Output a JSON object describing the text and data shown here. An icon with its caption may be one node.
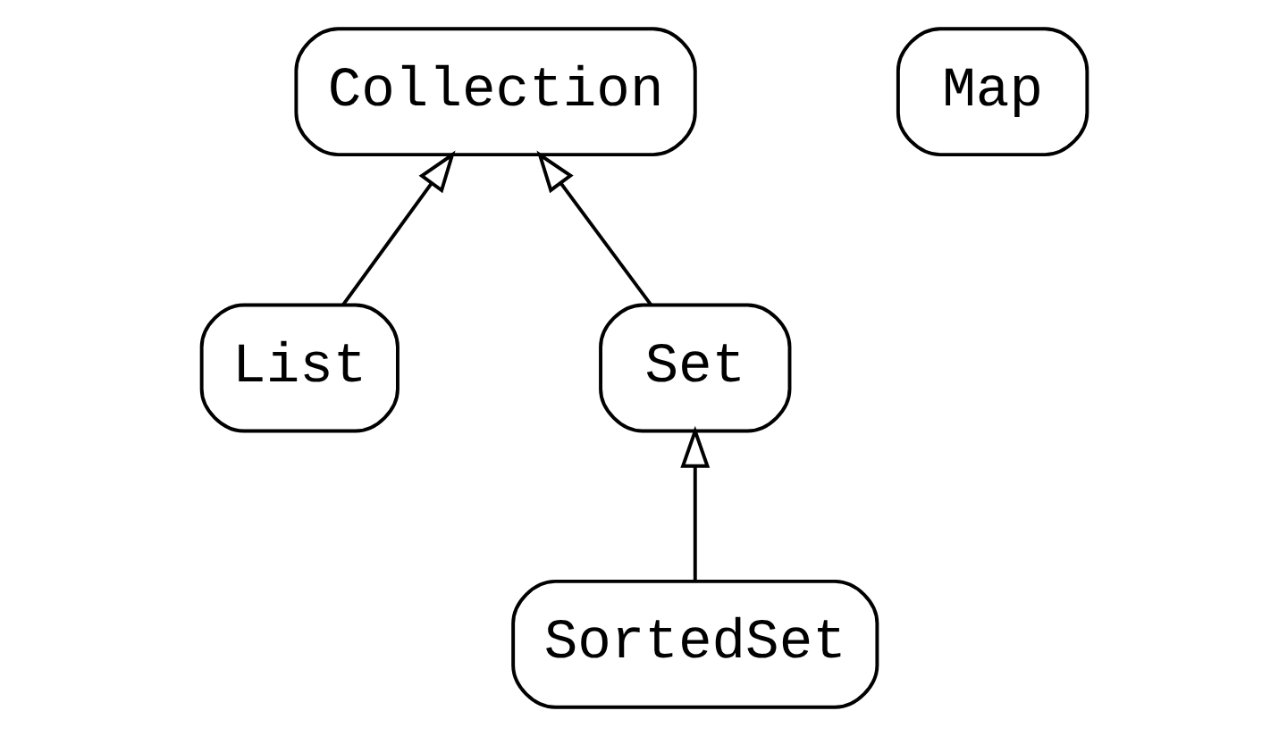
{
  "diagram": {
    "nodes": [
      {
        "text": [
          "Collection"
        ]
      },
      {
        "text": [
          "Map"
        ]
      },
      {
        "text": [
          "List"
        ]
      },
      {
        "text": [
          "Set"
        ]
      },
      {
        "text": [
          "SortedSet"
        ]
      }
    ],
    "edges": [
      {
        "from": 2,
        "to": 0,
        "arrow": "to"
      },
      {
        "from": 3,
        "to": 0,
        "arrow": "to"
      },
      {
        "from": 4,
        "to": 3,
        "arrow": "to"
      }
    ]
  }
}
